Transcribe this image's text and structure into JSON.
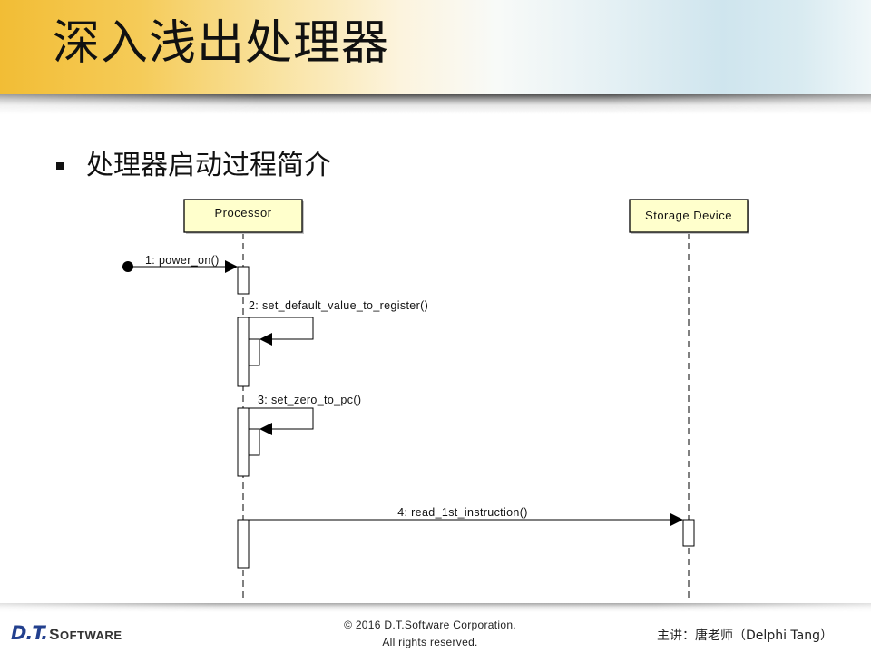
{
  "slide": {
    "title": "深入浅出处理器",
    "bullet": "处理器启动过程简介"
  },
  "diagram": {
    "participants": [
      {
        "name": "Processor"
      },
      {
        "name": "Storage Device"
      }
    ],
    "messages": [
      {
        "label": "1: power_on()"
      },
      {
        "label": "2: set_default_value_to_register()"
      },
      {
        "label": "3: set_zero_to_pc()"
      },
      {
        "label": "4: read_1st_instruction()"
      }
    ]
  },
  "footer": {
    "logo_dt": "D.T.",
    "logo_software": "SOFTWARE",
    "copyright": "© 2016 D.T.Software Corporation.",
    "rights": "All rights reserved.",
    "lecturer": "主讲：唐老师（Delphi Tang）"
  },
  "colors": {
    "header_gold": "#f2bd35",
    "header_blue": "#cfe5ee",
    "participant_fill": "#ffffcc",
    "logo_blue": "#23408e"
  }
}
